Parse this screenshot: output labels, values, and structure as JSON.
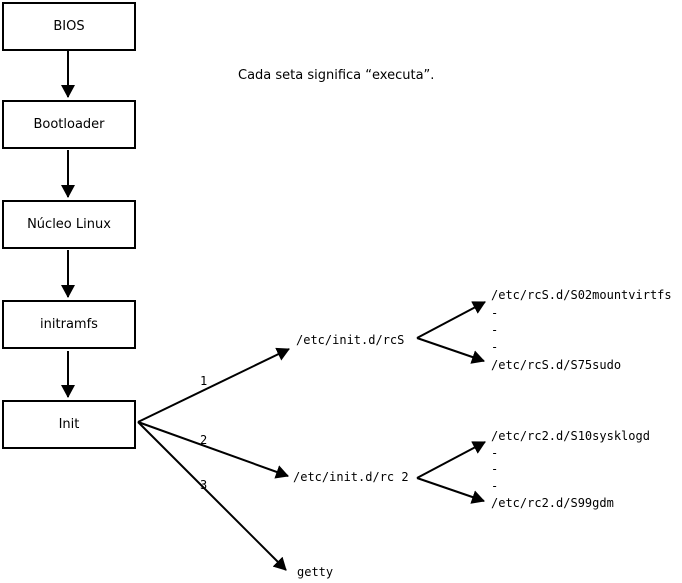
{
  "note": "Cada seta significa “executa”.",
  "colors": {
    "line": "#000000",
    "text": "#000000",
    "background": "#ffffff"
  },
  "flow": {
    "boxes": [
      {
        "label": "BIOS"
      },
      {
        "label": "Bootloader"
      },
      {
        "label": "Núcleo Linux"
      },
      {
        "label": "initramfs"
      },
      {
        "label": "Init"
      }
    ]
  },
  "branches": [
    {
      "number": "1",
      "target": "/etc/init.d/rcS"
    },
    {
      "number": "2",
      "target": "/etc/init.d/rc 2"
    },
    {
      "number": "3",
      "target": "getty"
    }
  ],
  "rcS_scripts": {
    "items": [
      "/etc/rcS.d/S02mountvirtfs",
      "-",
      "-",
      "-",
      "/etc/rcS.d/S75sudo"
    ]
  },
  "rc2_scripts": {
    "items": [
      "/etc/rc2.d/S10sysklogd",
      "-",
      "-",
      "-",
      "/etc/rc2.d/S99gdm"
    ]
  }
}
